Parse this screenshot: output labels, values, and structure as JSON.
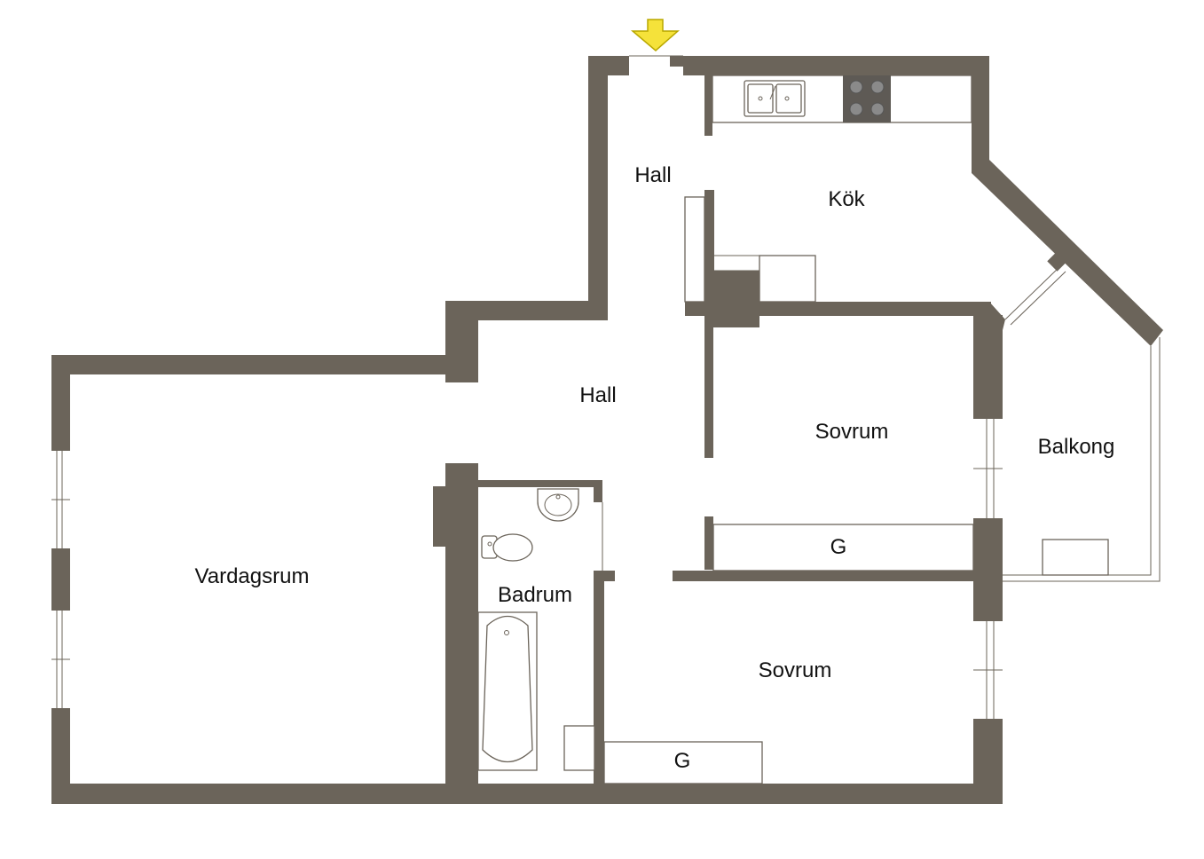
{
  "floorplan": {
    "rooms": {
      "hall_upper": "Hall",
      "kitchen": "Kök",
      "hall_main": "Hall",
      "bedroom_1": "Sovrum",
      "balcony": "Balkong",
      "living_room": "Vardagsrum",
      "bathroom": "Badrum",
      "bedroom_2": "Sovrum"
    },
    "closets": {
      "closet_1": "G",
      "closet_2": "G"
    },
    "colors": {
      "wall": "#6b645a",
      "entrance_arrow": "#f5e23a",
      "entrance_arrow_outline": "#b9a800"
    },
    "icons": {
      "entrance": "entrance-arrow-icon"
    }
  }
}
